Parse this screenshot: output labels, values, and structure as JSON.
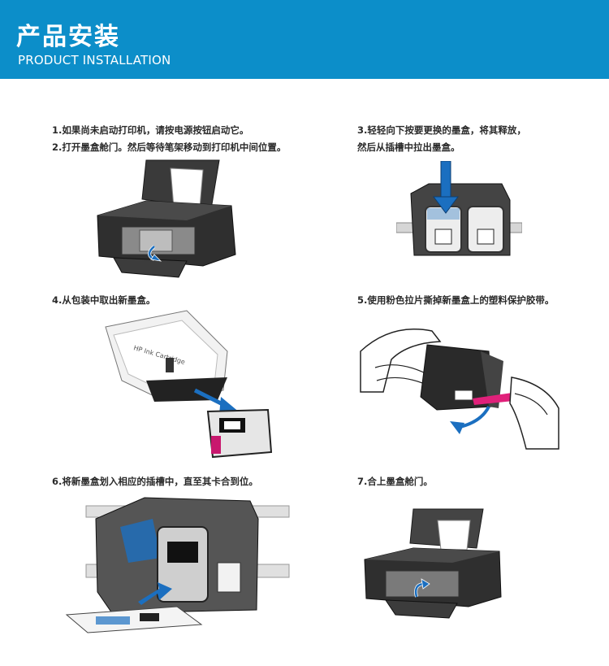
{
  "header": {
    "title_cn": "产品安装",
    "title_en": "PRODUCT INSTALLATION",
    "bg_color": "#0c8ec9"
  },
  "steps": [
    {
      "line1": "1.如果尚未启动打印机，请按电源按钮启动它。",
      "line2": "2.打开墨盒舱门。然后等待笔架移动到打印机中间位置。"
    },
    {
      "line1": "3.轻轻向下按要更换的墨盒，将其释放，",
      "line2": "然后从插槽中拉出墨盒。"
    },
    {
      "line1": "4.从包装中取出新墨盒。"
    },
    {
      "line1": "5.使用粉色拉片撕掉新墨盒上的塑料保护胶带。"
    },
    {
      "line1": "6.将新墨盒划入相应的插槽中，直至其卡合到位。"
    },
    {
      "line1": "7.合上墨盒舱门。"
    }
  ],
  "package_label": "HP Ink Cartridge",
  "colors": {
    "arrow_blue": "#1b6fc0",
    "printer_dark": "#2e2e2e",
    "tape_pink": "#e0207a",
    "ink_magenta": "#c8186e"
  },
  "icons": [
    "printer-illustration",
    "cartridge-illustration",
    "arrow-icon"
  ]
}
